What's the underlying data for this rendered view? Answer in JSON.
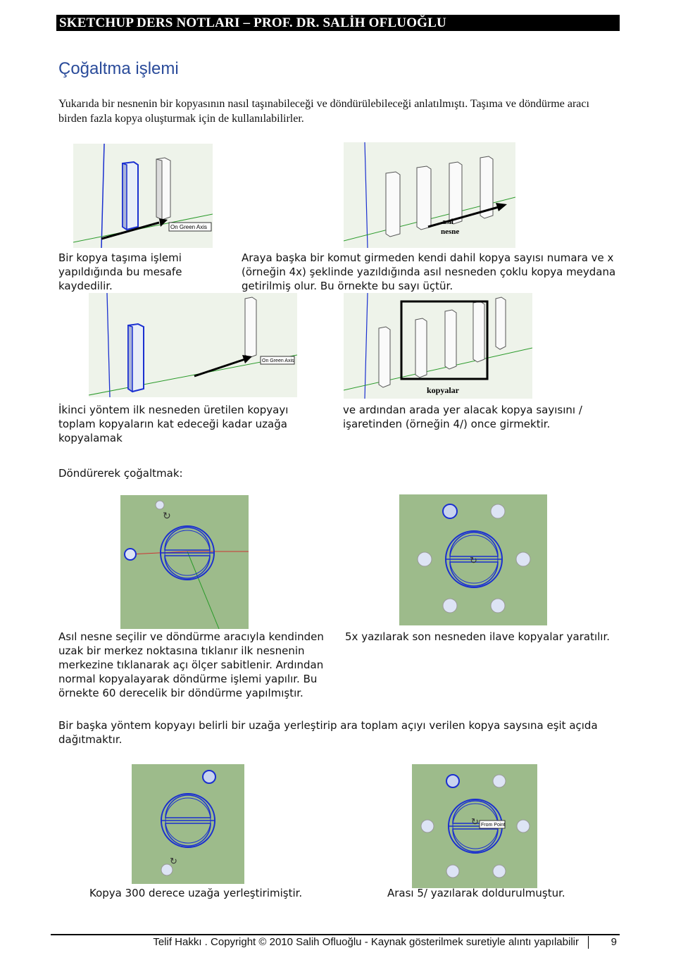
{
  "header": {
    "title": "SKETCHUP DERS NOTLARI – PROF. DR. SALİH OFLUOĞLU"
  },
  "section_title": "Çoğaltma işlemi",
  "intro": "Yukarıda bir nesnenin bir kopyasının nasıl taşınabileceği ve döndürülebileceği anlatılmıştı. Taşıma ve döndürme aracı birden fazla kopya oluşturmak için de kullanılabilirler.",
  "captions": {
    "copy_move": "Bir kopya taşıma işlemi yapıldığında bu mesafe kaydedilir.",
    "multi_copy": "Araya başka bir komut girmeden kendi dahil kopya sayısı numara ve x (örneğin 4x) şeklinde yazıldığında asıl nesneden çoklu kopya meydana getirilmiş olur. Bu örnekte bu sayı üçtür.",
    "second_method_left": "İkinci yöntem ilk nesneden üretilen kopyayı toplam kopyaların kat edeceği kadar uzağa kopyalamak",
    "second_method_right": "ve ardından arada yer alacak kopya sayısını / işaretinden (örneğin 4/) once girmektir.",
    "rotate_heading": "Döndürerek çoğaltmak:",
    "rotate_left": "Asıl nesne seçilir ve döndürme aracıyla kendinden uzak bir merkez noktasına tıklanır ilk nesnenin merkezine tıklanarak açı ölçer sabitlenir. Ardından normal kopyalayarak döndürme işlemi yapılır. Bu örnekte 60 derecelik bir döndürme yapılmıştır.",
    "rotate_right": "5x yazılarak son nesneden ilave kopyalar yaratılır.",
    "another_method": "Bir başka yöntem kopyayı belirli bir uzağa yerleştirip ara toplam açıyı verilen kopya saysına eşit açıda dağıtmaktır.",
    "bottom_left": "Kopya 300 derece uzağa yerleştirimiştir.",
    "bottom_right": "Arası 5/ yazılarak doldurulmuştur."
  },
  "figure_labels": {
    "on_green_axis": "On Green Axis",
    "asil_nesne_1": "asıl",
    "asil_nesne_2": "nesne",
    "kopyalar": "kopyalar",
    "from_point": "From Point"
  },
  "footer": {
    "text": "Telif Hakkı . Copyright © 2010 Salih Ofluoğlu - Kaynak gösterilmek suretiyle alıntı yapılabilir",
    "page": "9"
  },
  "colors": {
    "title": "#2a4b9a",
    "scene_bg": "#9dbb8b",
    "axis_blue": "#1a2fd0",
    "axis_green": "#2a9a2a",
    "axis_red": "#c33"
  }
}
